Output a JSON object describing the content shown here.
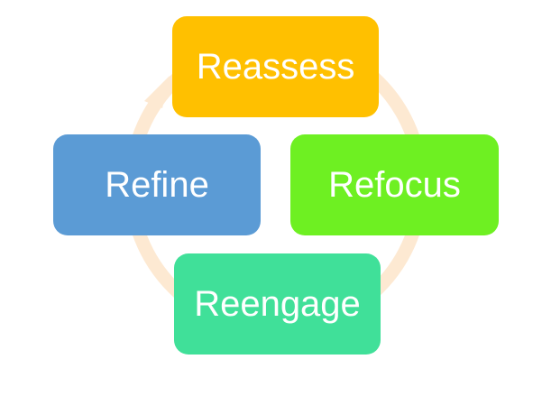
{
  "diagram": {
    "type": "cycle",
    "ring_color": "#fde9d2",
    "stages": [
      {
        "id": "reassess",
        "label": "Reassess",
        "color": "#ffc000"
      },
      {
        "id": "refocus",
        "label": "Refocus",
        "color": "#6ef022"
      },
      {
        "id": "reengage",
        "label": "Reengage",
        "color": "#40e099"
      },
      {
        "id": "refine",
        "label": "Refine",
        "color": "#5b9bd5"
      }
    ]
  }
}
